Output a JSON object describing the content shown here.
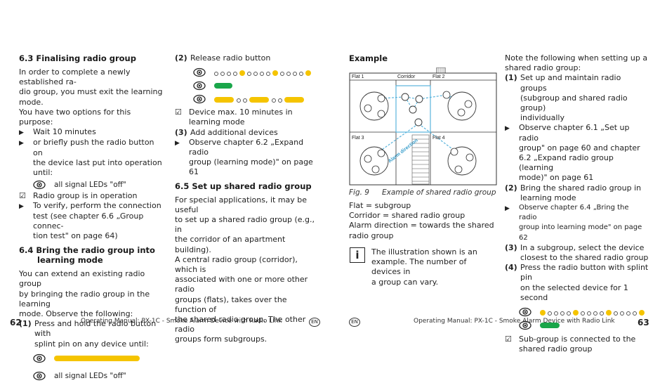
{
  "left_page": {
    "col1": {
      "s63_title": "6.3  Finalising radio group",
      "s63_intro": [
        "In order to complete a newly established ra-",
        "dio group, you must exit the learning mode.",
        "You have two options for this purpose:"
      ],
      "opt1": "Wait 10 minutes",
      "opt2": [
        "or briefly push the radio button on",
        "the device last put into operation until:"
      ],
      "leds_off": "all signal LEDs \"off\"",
      "result1": "Radio group is in operation",
      "verify": [
        "To verify, perform the connection",
        "test (see chapter 6.6 „Group connec-",
        "tion test\" on page 64)"
      ],
      "s64_title_1": "6.4  Bring the radio group into",
      "s64_title_2": "learning mode",
      "s64_intro": [
        "You can extend an existing radio group",
        "by bringing the radio group in the learning",
        "mode. Observe the following:"
      ],
      "step1_num": "(1)",
      "step1": [
        "Press and hold the radio button with",
        "splint pin on any device until:"
      ],
      "leds_off2": "all signal LEDs \"off\""
    },
    "col2": {
      "step2_num": "(2)",
      "step2": "Release radio button",
      "device_max": [
        "Device max. 10 minutes in",
        "learning mode"
      ],
      "step3_num": "(3)",
      "step3": "Add additional devices",
      "observe": [
        "Observe chapter 6.2 „Expand radio",
        "group (learning mode)\" on page 61"
      ],
      "s65_title": "6.5  Set up shared radio group",
      "s65_body": [
        "For special applications, it may be useful",
        "to set up a shared radio group (e.g., in",
        "the corridor of an apartment building).",
        "A central radio group (corridor), which is",
        "associated with one or more other radio",
        "groups (flats), takes over the function of",
        "the shared radio group. The other radio",
        "groups form subgroups."
      ]
    },
    "page_number": "62",
    "footer": "Operating Manual: PX-1C - Smoke Alarm Device with Radio Link",
    "lang": "EN"
  },
  "right_page": {
    "col1": {
      "example_title": "Example",
      "fig_labels": {
        "flat1": "Flat 1",
        "corridor": "Corridor",
        "flat2": "Flat 2",
        "flat3": "Flat 3",
        "flat4": "Flat 4",
        "alarm_direction": "Alarm direction"
      },
      "fig_num": "Fig. 9",
      "fig_caption": "Example of shared radio group",
      "legend": [
        "Flat = subgroup",
        "Corridor = shared radio group",
        "Alarm direction = towards the shared",
        "radio group"
      ],
      "info_icon": "i",
      "info_text": [
        "The illustration shown is an",
        "example. The number of devices in",
        "a group can vary."
      ]
    },
    "col2": {
      "note": [
        "Note the following when setting up a",
        "shared radio group:"
      ],
      "s1_num": "(1)",
      "s1": [
        "Set up and maintain radio groups",
        "(subgroup and shared radio group)",
        "individually"
      ],
      "obs1": [
        "Observe chapter 6.1 „Set up radio",
        "group\" on page 60 and chapter",
        "6.2 „Expand radio group (learning",
        "mode)\" on page 61"
      ],
      "s2_num": "(2)",
      "s2": [
        "Bring the shared radio group in",
        "learning mode"
      ],
      "obs2": [
        "Observe chapter 6.4 „Bring the radio",
        "group into learning mode\" on page 62"
      ],
      "s3_num": "(3)",
      "s3": [
        "In a subgroup, select the device",
        "closest to the shared radio group"
      ],
      "s4_num": "(4)",
      "s4": [
        "Press the radio button with splint pin",
        "on the selected device for 1 second"
      ],
      "result": [
        "Sub-group is connected to the",
        "shared radio group"
      ]
    },
    "page_number": "63",
    "footer": "Operating Manual: PX-1C - Smoke Alarm Device with Radio Link",
    "lang": "EN"
  },
  "colors": {
    "led_yellow": "#f5c400",
    "led_green": "#1aa64a",
    "diagram_blue": "#5ab4dc"
  }
}
